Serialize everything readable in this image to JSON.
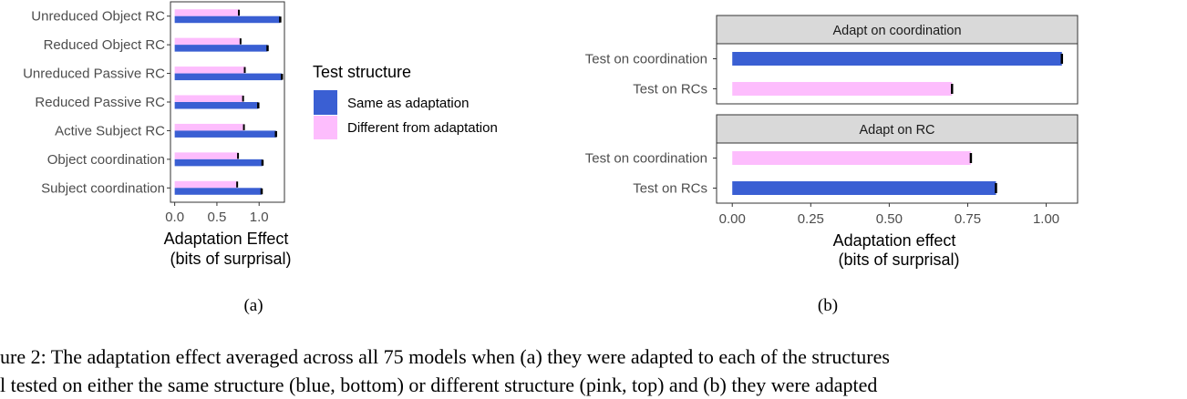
{
  "chart_data": [
    {
      "type": "bar",
      "orientation": "horizontal",
      "panel_label": "(a)",
      "xlabel_line1": "Adaptation Effect",
      "xlabel_line2": "(bits of surprisal)",
      "x_ticks": [
        "0.0",
        "0.5",
        "1.0"
      ],
      "xlim": [
        -0.05,
        1.3
      ],
      "categories": [
        "Unreduced Object RC",
        "Reduced Object RC",
        "Unreduced Passive RC",
        "Reduced Passive RC",
        "Active Subject RC",
        "Object coordination",
        "Subject coordination"
      ],
      "series": [
        {
          "name": "Same as adaptation",
          "values": [
            1.25,
            1.1,
            1.27,
            0.99,
            1.2,
            1.04,
            1.03
          ]
        },
        {
          "name": "Different from adaptation",
          "values": [
            0.76,
            0.78,
            0.83,
            0.81,
            0.82,
            0.75,
            0.74
          ]
        }
      ],
      "legend": {
        "title": "Test structure",
        "position": "right",
        "items": [
          {
            "label": "Same as adaptation",
            "color": "#3a5fd3"
          },
          {
            "label": "Different from adaptation",
            "color": "#fdbdfd"
          }
        ]
      }
    },
    {
      "type": "bar",
      "orientation": "horizontal",
      "panel_label": "(b)",
      "xlabel_line1": "Adaptation effect",
      "xlabel_line2": "(bits of surprisal)",
      "x_ticks": [
        "0.00",
        "0.25",
        "0.50",
        "0.75",
        "1.00"
      ],
      "xlim": [
        -0.05,
        1.1
      ],
      "facets": [
        {
          "strip": "Adapt on coordination",
          "categories": [
            "Test on coordination",
            "Test on RCs"
          ],
          "values": [
            1.05,
            0.7
          ],
          "colors": [
            "#3a5fd3",
            "#fdbdfd"
          ]
        },
        {
          "strip": "Adapt on RC",
          "categories": [
            "Test on coordination",
            "Test on RCs"
          ],
          "values": [
            0.76,
            0.84
          ],
          "colors": [
            "#fdbdfd",
            "#3a5fd3"
          ]
        }
      ]
    }
  ],
  "caption": {
    "line1": "ure 2: The adaptation effect averaged across all 75 models when (a) they were adapted to each of the structures",
    "line2": "l tested on either the same structure (blue, bottom) or different structure (pink, top) and (b) they were adapted"
  },
  "colors": {
    "same": "#3a5fd3",
    "different": "#fdbdfd",
    "strip_bg": "#d9d9d9"
  }
}
